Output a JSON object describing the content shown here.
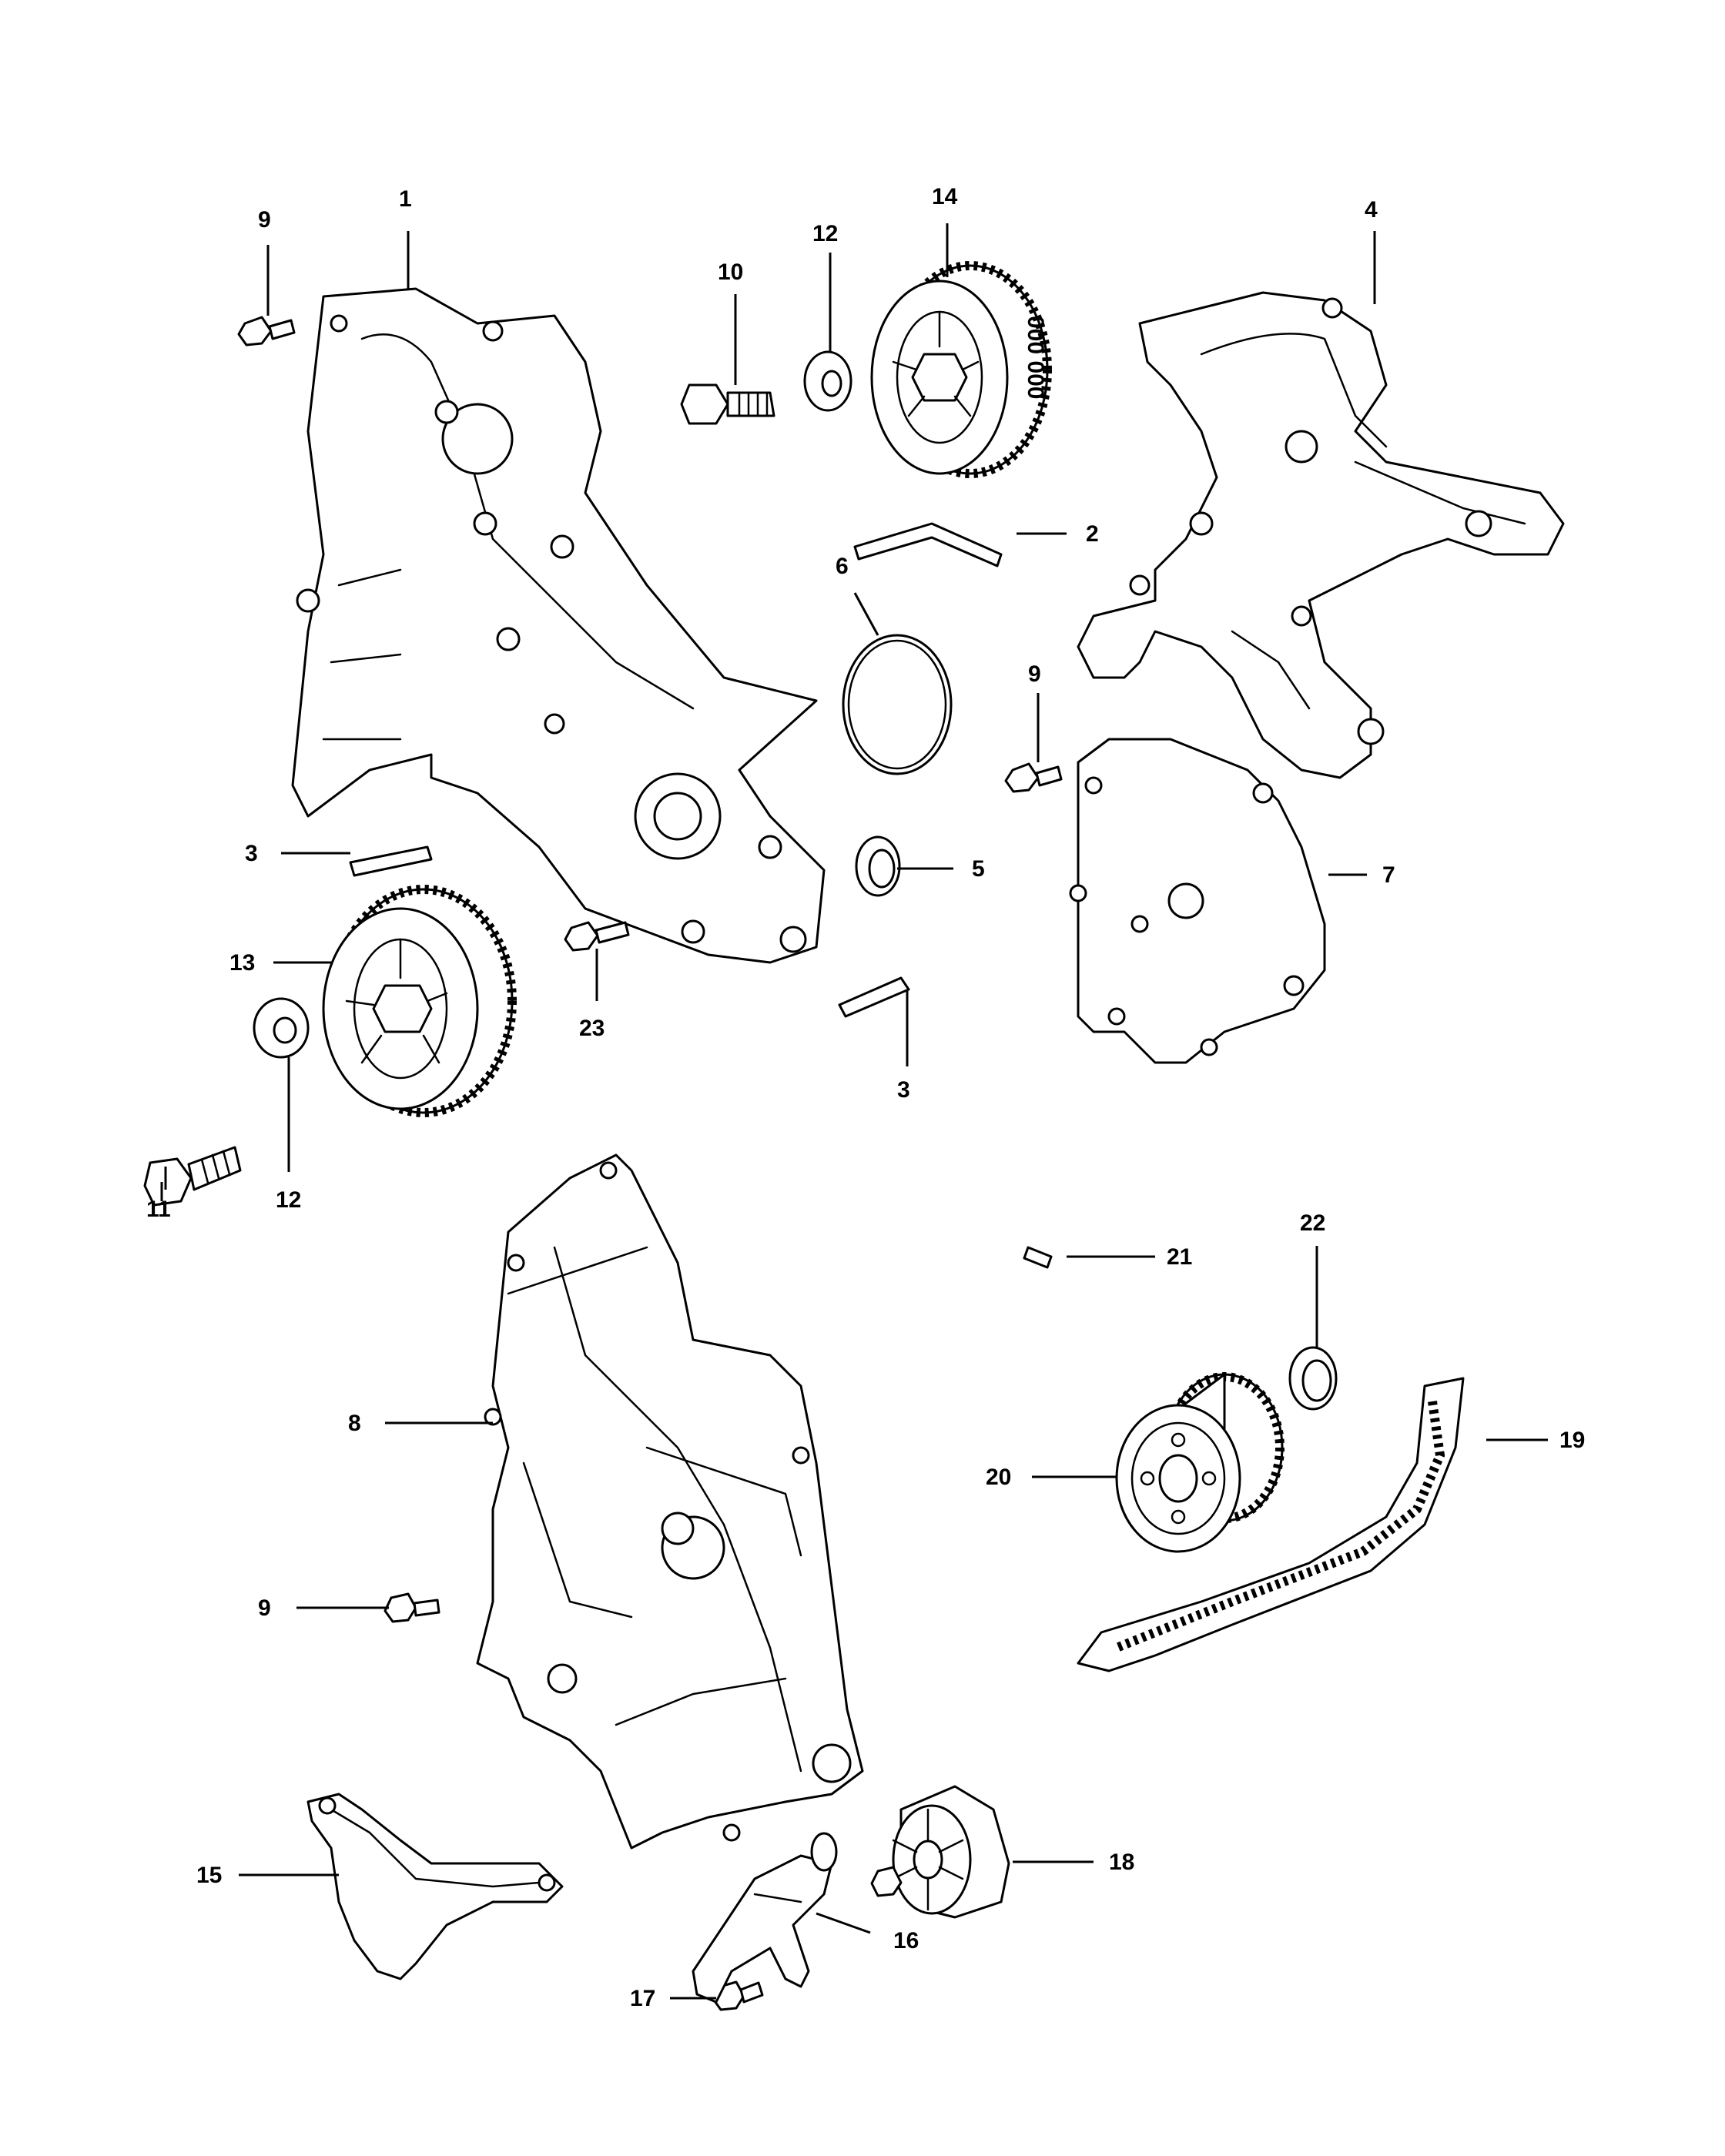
{
  "callouts": {
    "c1": "1",
    "c2": "2",
    "c3a": "3",
    "c3b": "3",
    "c4": "4",
    "c5": "5",
    "c6": "6",
    "c7": "7",
    "c8": "8",
    "c9a": "9",
    "c9b": "9",
    "c9c": "9",
    "c10": "10",
    "c11": "11",
    "c12a": "12",
    "c12b": "12",
    "c13": "13",
    "c14": "14",
    "c15": "15",
    "c16": "16",
    "c17": "17",
    "c18": "18",
    "c19": "19",
    "c20": "20",
    "c21": "21",
    "c22": "22",
    "c23": "23"
  },
  "sprocket14_marking": "000 000"
}
